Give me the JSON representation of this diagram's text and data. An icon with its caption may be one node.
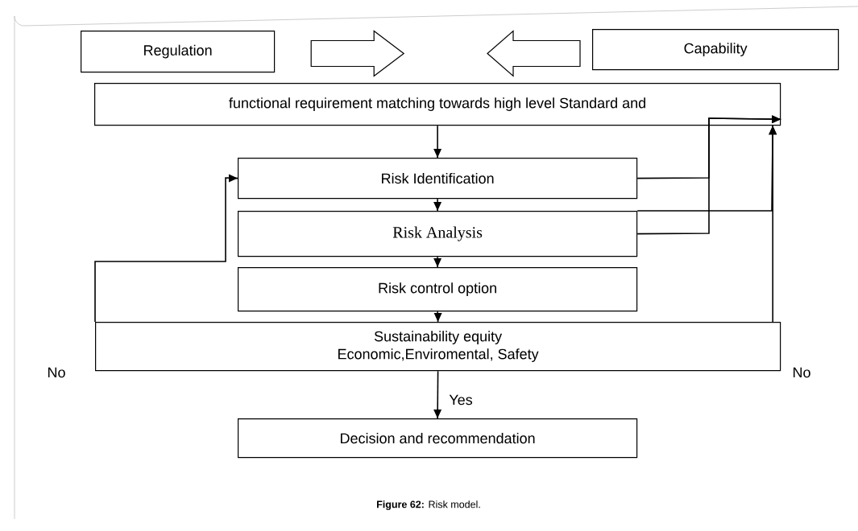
{
  "diagram": {
    "caption": "**Figure 62:** Risk model.",
    "nodes": [
      {
        "text": [
          "Regulation"
        ]
      },
      {
        "text": [
          "Capability"
        ]
      },
      {
        "text": [
          "functional requirement matching towards high level Standard and"
        ]
      },
      {
        "text": [
          "Risk Identification"
        ]
      },
      {
        "text": [
          "Risk Analysis"
        ]
      },
      {
        "text": [
          "Risk control option"
        ]
      },
      {
        "text": [
          "Sustainability equity",
          "Economic,Enviromental, Safety"
        ]
      },
      {
        "text": [
          "Decision and recommendation"
        ]
      }
    ],
    "edges": [
      {
        "from": 0,
        "to": 2,
        "arrow": "to"
      },
      {
        "from": 1,
        "to": 2,
        "arrow": "to"
      },
      {
        "from": 2,
        "to": 3,
        "arrow": "to"
      },
      {
        "from": 3,
        "to": 4,
        "arrow": "to"
      },
      {
        "from": 4,
        "to": 5,
        "arrow": "to"
      },
      {
        "from": 5,
        "to": 6,
        "arrow": "to"
      },
      {
        "from": 6,
        "to": 7,
        "arrow": "to",
        "label": "Yes"
      },
      {
        "from": 3,
        "to": 2,
        "arrow": "to"
      },
      {
        "from": 4,
        "to": 2,
        "arrow": "to"
      },
      {
        "from": 4,
        "to": 2,
        "arrow": "to"
      },
      {
        "from": 6,
        "to": 2,
        "arrow": "to",
        "label": "No"
      },
      {
        "from": 6,
        "to": 3,
        "arrow": "to",
        "label": "No"
      }
    ]
  }
}
